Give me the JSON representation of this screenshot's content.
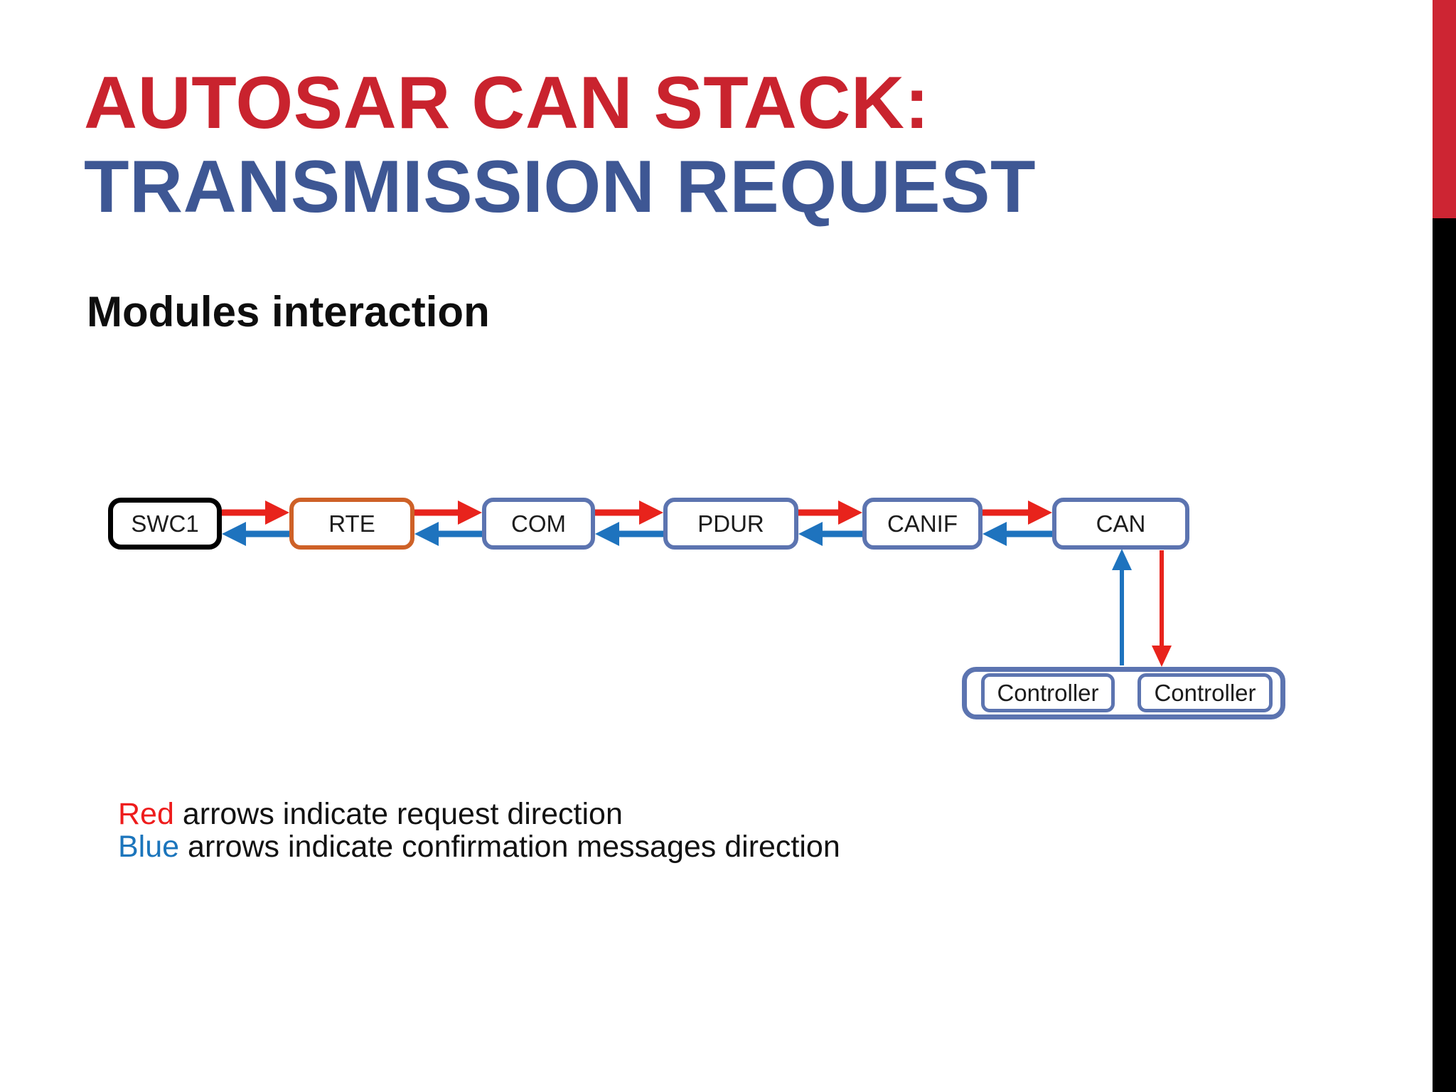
{
  "header": {
    "title_line1": "AUTOSAR CAN STACK:",
    "title_line2": "TRANSMISSION REQUEST",
    "title_line1_color": "#C9232E",
    "title_line2_color": "#3E5794",
    "subtitle": "Modules interaction"
  },
  "accent_bar": {
    "red_color": "#CD2533",
    "black_color": "#000000"
  },
  "diagram": {
    "boxes": [
      {
        "label": "SWC1",
        "border_color": "#000000"
      },
      {
        "label": "RTE",
        "border_color": "#CE6127"
      },
      {
        "label": "COM",
        "border_color": "#5C74B0"
      },
      {
        "label": "PDUR",
        "border_color": "#5C74B0"
      },
      {
        "label": "CANIF",
        "border_color": "#5C74B0"
      },
      {
        "label": "CAN",
        "border_color": "#5C74B0"
      }
    ],
    "controller_group": {
      "border_color": "#5C74B0",
      "items": [
        {
          "label": "Controller"
        },
        {
          "label": "Controller"
        }
      ]
    },
    "arrow_colors": {
      "request": "#E8231C",
      "confirmation": "#1E73BE"
    }
  },
  "legend": {
    "line1": {
      "keyword": "Red",
      "keyword_color": "#EE1C1C",
      "text": " arrows indicate request direction"
    },
    "line2": {
      "keyword": "Blue",
      "keyword_color": "#1B75BC",
      "text": " arrows indicate confirmation messages direction"
    }
  }
}
